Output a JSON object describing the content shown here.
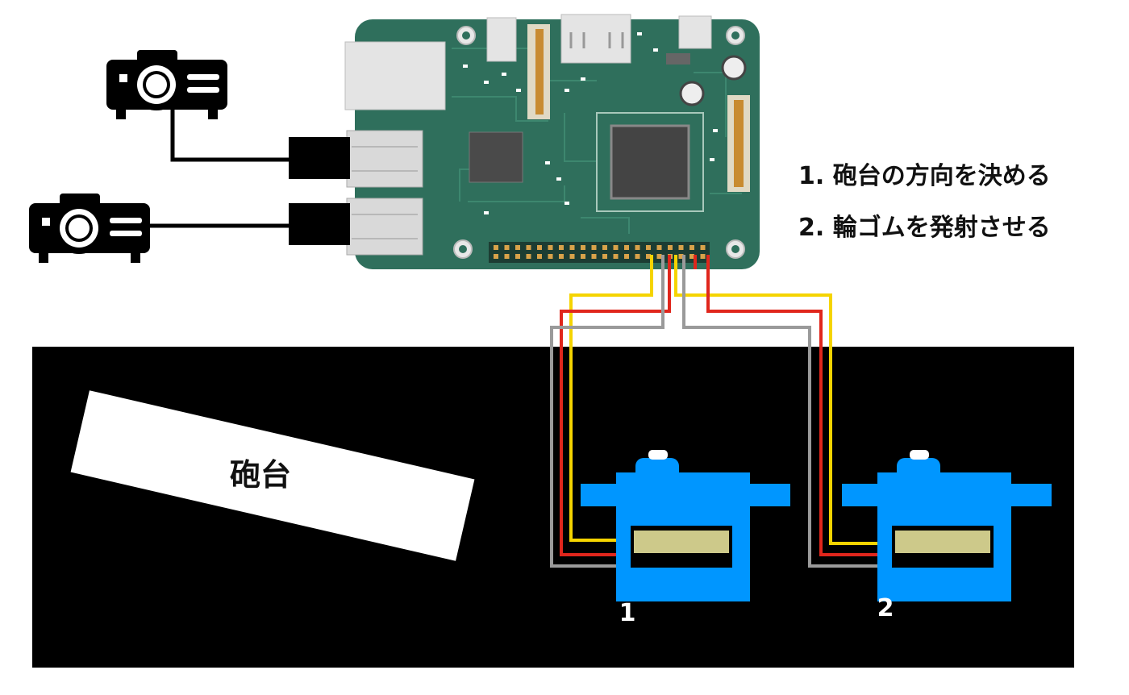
{
  "steps": [
    "1. 砲台の方向を決める",
    "2. 輪ゴムを発射させる"
  ],
  "turret_label": "砲台",
  "servos": [
    {
      "label": "1"
    },
    {
      "label": "2"
    }
  ],
  "devices": {
    "board": "raspberry-pi-board",
    "projector_icon": "projector-icon"
  },
  "colors": {
    "background_panel": "#000000",
    "board_green": "#2f6f5c",
    "servo_blue": "#0096ff",
    "servo_window": "#cdc98a",
    "wire_yellow": "#f5d400",
    "wire_red": "#e0261c",
    "wire_gray": "#9a9a9a"
  }
}
